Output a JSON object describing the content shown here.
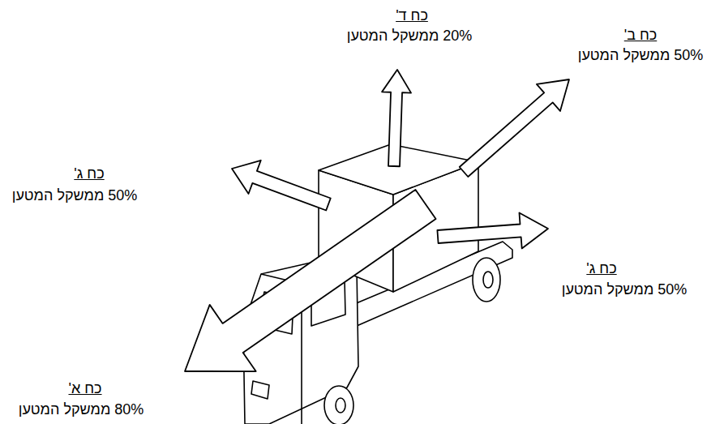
{
  "diagram": {
    "labels": [
      "כח ד'",
      "20% ממשקל המטען",
      "כח ב'",
      "50% ממשקל המטען",
      "כח ג'",
      "50% ממשקל המטען",
      "כח ג'",
      "50% ממשקל המטען",
      "כח א'",
      "80% ממשקל המטען"
    ]
  }
}
